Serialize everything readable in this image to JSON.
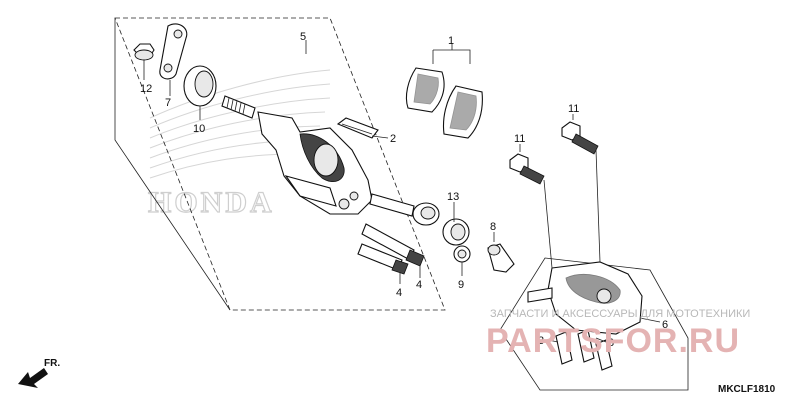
{
  "diagram": {
    "code": "MKCLF1810",
    "direction_label": "FR.",
    "logo_text": "HONDA",
    "watermark": {
      "subtitle": "ЗАПЧАСТИ И АКСЕССУАРЫ ДЛЯ МОТОТЕХНИКИ",
      "brand": "PARTSFOR.RU"
    },
    "callouts": {
      "c1": "1",
      "c2": "2",
      "c3a": "3",
      "c3b": "3",
      "c4a": "4",
      "c4b": "4",
      "c5": "5",
      "c6": "6",
      "c7": "7",
      "c8": "8",
      "c9": "9",
      "c10": "10",
      "c11a": "11",
      "c11b": "11",
      "c12": "12",
      "c13": "13"
    }
  }
}
